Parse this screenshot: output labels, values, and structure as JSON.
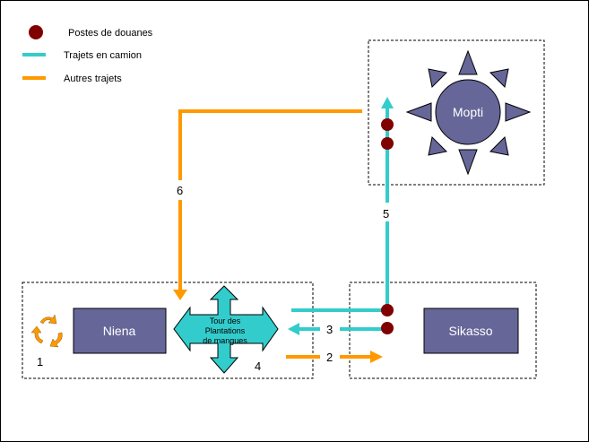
{
  "legend": {
    "customs": {
      "label": "Postes de douanes",
      "color": "#800000"
    },
    "truck": {
      "label": "Trajets en camion",
      "color": "#33CCCC"
    },
    "other": {
      "label": "Autres trajets",
      "color": "#FF9900"
    }
  },
  "places": {
    "niena": "Niena",
    "sikasso": "Sikasso",
    "mopti": "Mopti",
    "tour": {
      "line1": "Tour des",
      "line2": "Plantations",
      "line3": "de mangues"
    }
  },
  "steps": {
    "s1": "1",
    "s2": "2",
    "s3": "3",
    "s4": "4",
    "s5": "5",
    "s6": "6"
  },
  "colors": {
    "box": "#666699",
    "cyan": "#33CCCC",
    "orange": "#FF9900",
    "customs": "#800000"
  }
}
